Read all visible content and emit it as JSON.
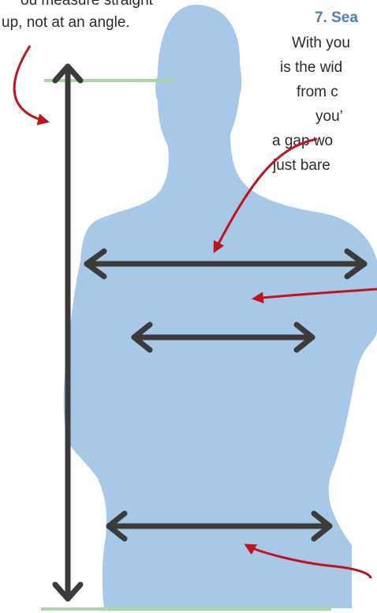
{
  "colors": {
    "silhouette": "#a8c8e8",
    "arrow": "#3b3b3b",
    "guide_line": "#a8d8a0",
    "pointer": "#c0141c",
    "heading": "#4f7fae",
    "text": "#2b2b2b"
  },
  "icons": {
    "body_silhouette": "seated-person-silhouette-icon",
    "measure_arrow": "double-headed-arrow",
    "pointer": "curved-red-arrow"
  },
  "left_note": {
    "line1": "ou measure straight",
    "line2": "up, not at an angle."
  },
  "right_note": {
    "heading": "7. Sea",
    "lines": [
      "With you",
      "is the wid",
      "from c",
      "you’",
      "a gap wo",
      "just bare"
    ]
  }
}
